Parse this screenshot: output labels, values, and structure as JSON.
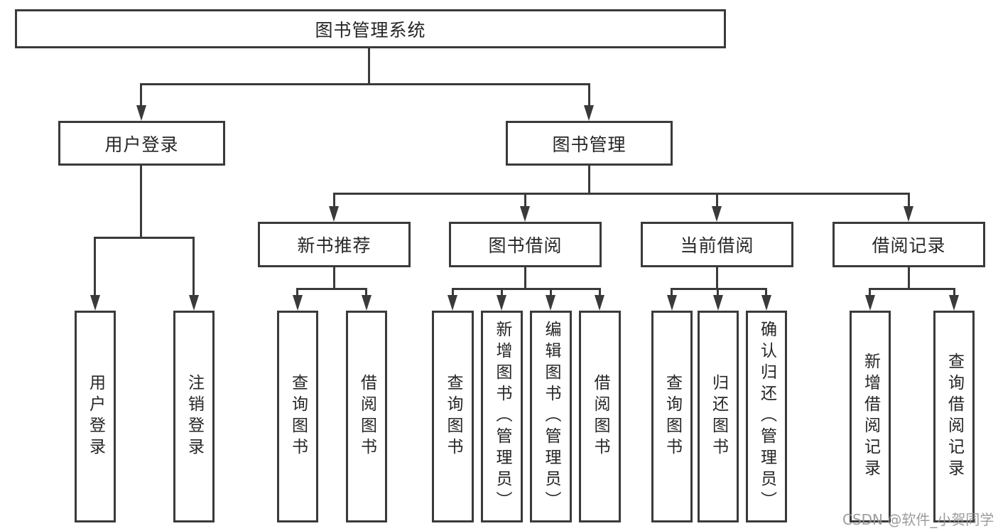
{
  "diagram": {
    "root": {
      "label": "图书管理系统"
    },
    "level1": [
      {
        "label": "用户登录"
      },
      {
        "label": "图书管理"
      }
    ],
    "level2": [
      {
        "label": "新书推荐"
      },
      {
        "label": "图书借阅"
      },
      {
        "label": "当前借阅"
      },
      {
        "label": "借阅记录"
      }
    ],
    "leaves": {
      "login": [
        {
          "label": "用户登录"
        },
        {
          "label": "注销登录"
        }
      ],
      "recommend": [
        {
          "label": "查询图书"
        },
        {
          "label": "借阅图书"
        }
      ],
      "borrow": [
        {
          "label": "查询图书"
        },
        {
          "label": "新增图书（管理员）"
        },
        {
          "label": "编辑图书（管理员）"
        },
        {
          "label": "借阅图书"
        }
      ],
      "current": [
        {
          "label": "查询图书"
        },
        {
          "label": "归还图书"
        },
        {
          "label": "确认归还（管理员）"
        }
      ],
      "records": [
        {
          "label": "新增借阅记录"
        },
        {
          "label": "查询借阅记录"
        }
      ]
    }
  },
  "watermark": {
    "text": "CSDN @软件_小贺同学"
  }
}
